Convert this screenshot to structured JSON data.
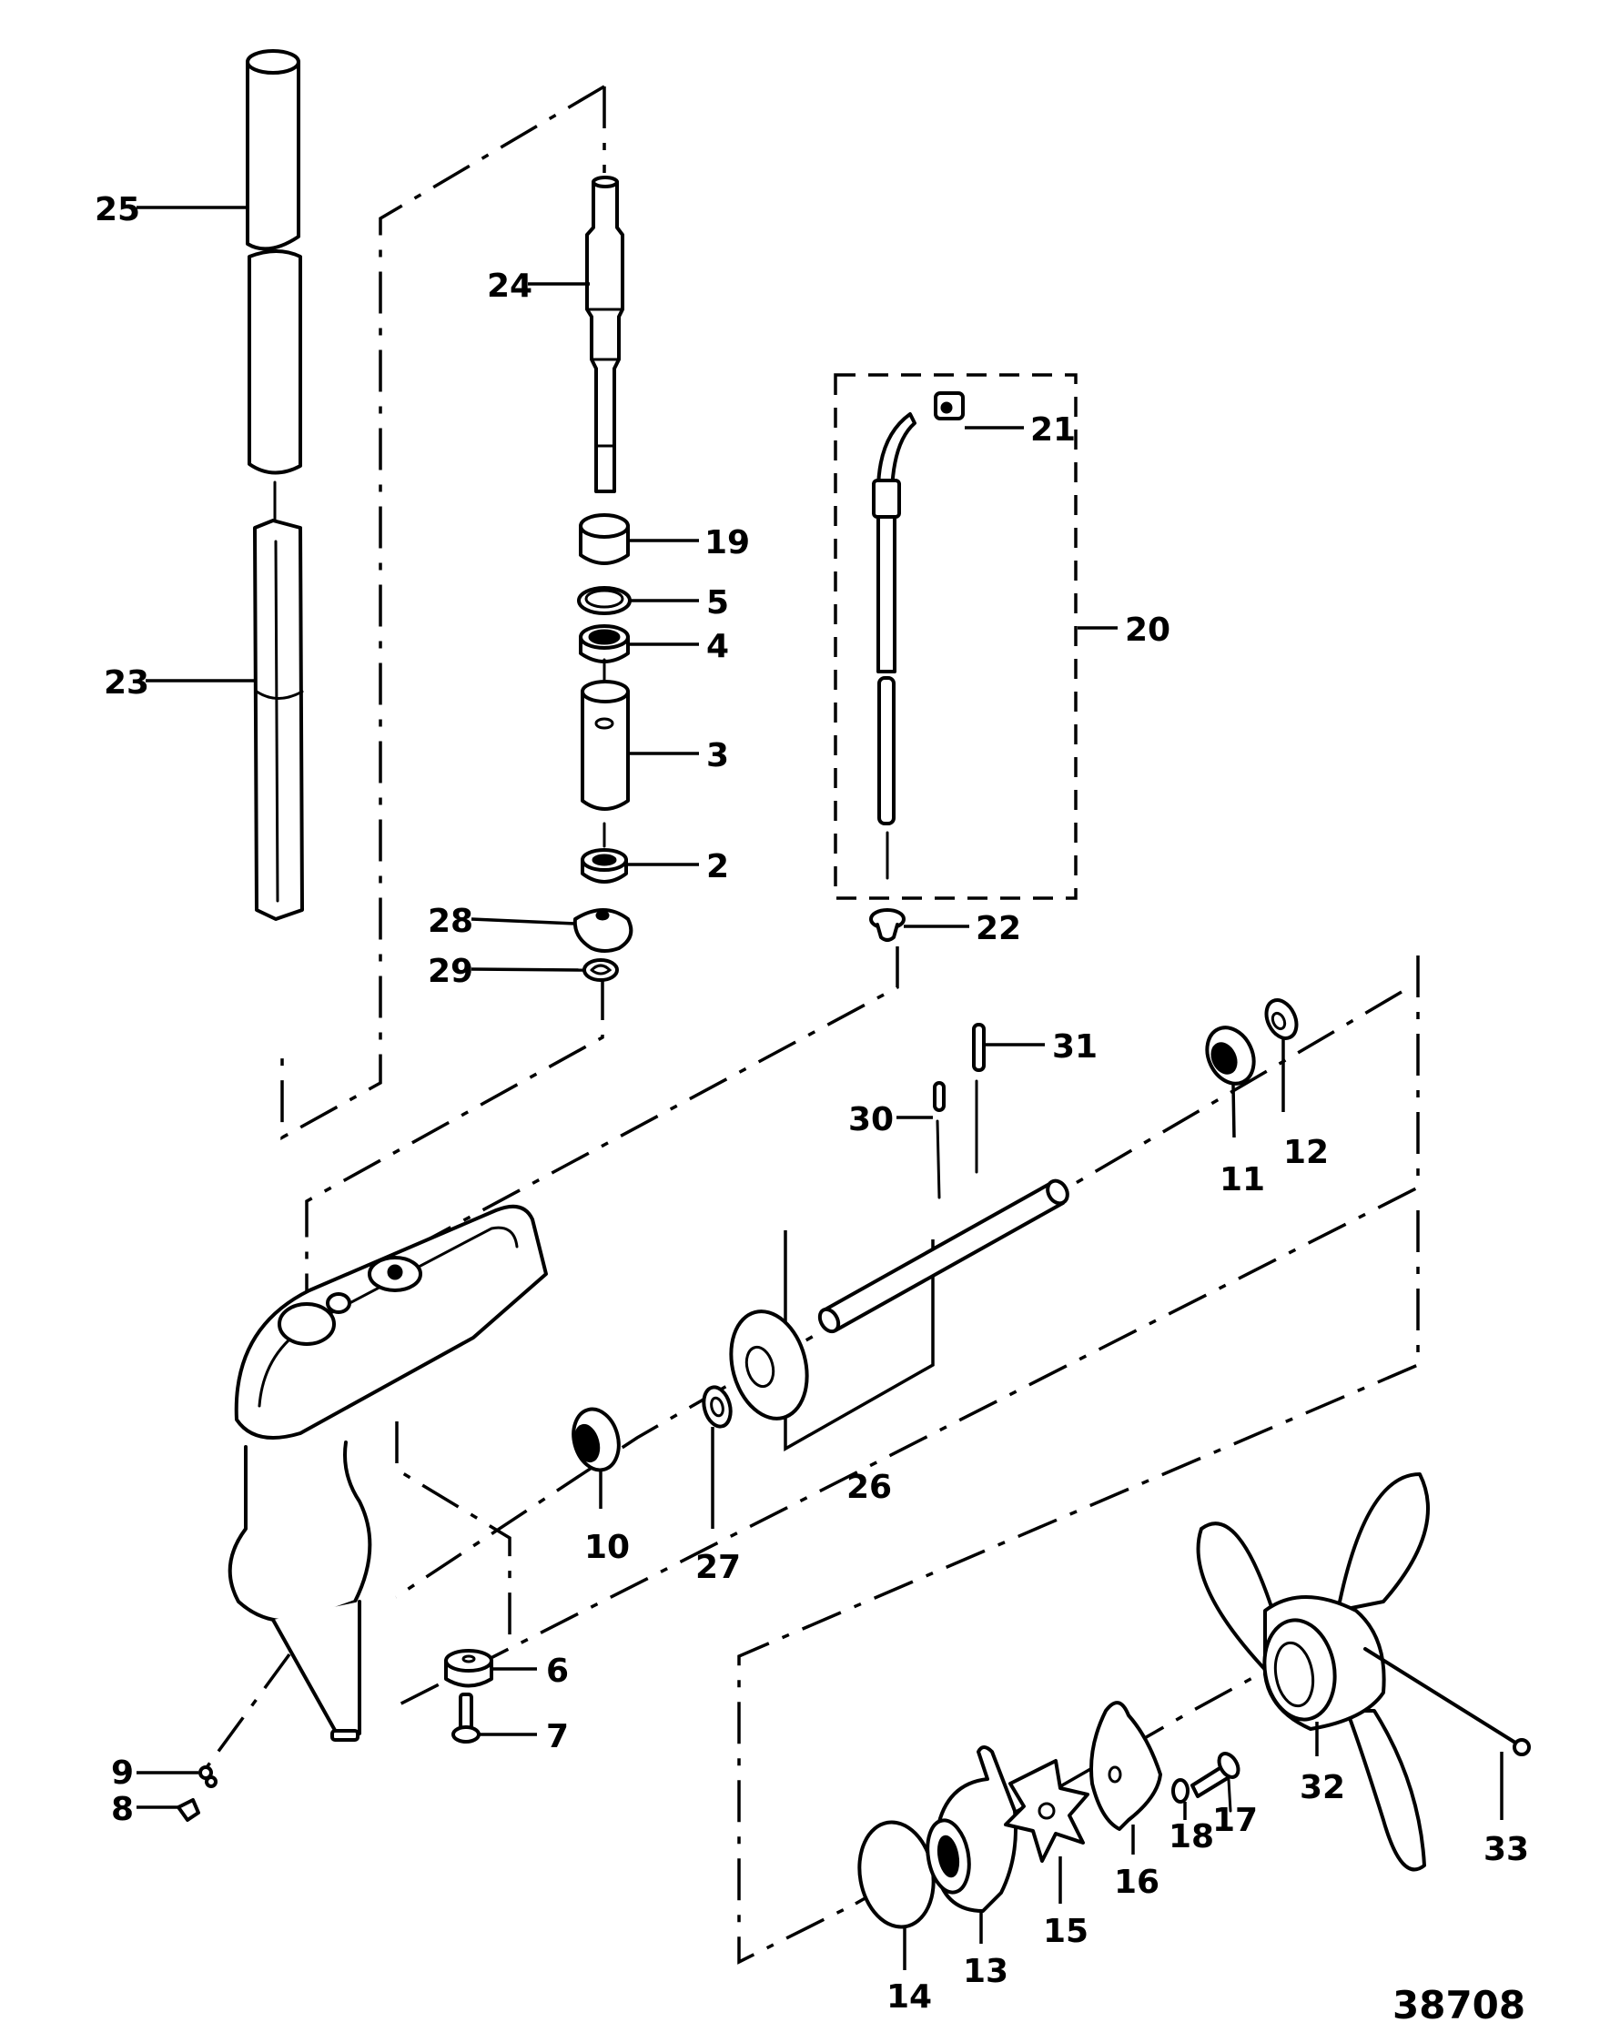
{
  "diagram": {
    "type": "exploded-parts-view",
    "subject": "outboard gear housing / driveshaft / water pump / propeller",
    "figure_number": "38708",
    "colors": {
      "ink": "#000000",
      "paper": "#ffffff"
    },
    "callouts": [
      {
        "id": "25",
        "part": "driveshaft-housing-tube-upper"
      },
      {
        "id": "24",
        "part": "driveshaft"
      },
      {
        "id": "23",
        "part": "driveshaft-housing-tube-lower"
      },
      {
        "id": "21",
        "part": "water-tube-grommet"
      },
      {
        "id": "19",
        "part": "bushing"
      },
      {
        "id": "5",
        "part": "retaining-ring"
      },
      {
        "id": "4",
        "part": "upper-bearing"
      },
      {
        "id": "20",
        "part": "water-tube-assembly"
      },
      {
        "id": "3",
        "part": "spacer-sleeve"
      },
      {
        "id": "2",
        "part": "lower-bearing"
      },
      {
        "id": "28",
        "part": "pinion-gear"
      },
      {
        "id": "22",
        "part": "water-tube-seal"
      },
      {
        "id": "29",
        "part": "pinion-clip"
      },
      {
        "id": "31",
        "part": "pin-long"
      },
      {
        "id": "30",
        "part": "pin-short"
      },
      {
        "id": "11",
        "part": "propeller-shaft-bearing"
      },
      {
        "id": "12",
        "part": "oil-seal"
      },
      {
        "id": "26",
        "part": "propeller-shaft-and-gear-assembly"
      },
      {
        "id": "10",
        "part": "forward-bearing"
      },
      {
        "id": "27",
        "part": "thrust-washer"
      },
      {
        "id": "6",
        "part": "rubber-mount"
      },
      {
        "id": "7",
        "part": "screw"
      },
      {
        "id": "9",
        "part": "sealing-washer"
      },
      {
        "id": "8",
        "part": "drain-screw"
      },
      {
        "id": "32",
        "part": "propeller"
      },
      {
        "id": "33",
        "part": "cotter-pin"
      },
      {
        "id": "18",
        "part": "washer"
      },
      {
        "id": "17",
        "part": "screw"
      },
      {
        "id": "16",
        "part": "water-pump-cover"
      },
      {
        "id": "15",
        "part": "impeller"
      },
      {
        "id": "13",
        "part": "water-pump-base"
      },
      {
        "id": "14",
        "part": "o-ring"
      }
    ]
  }
}
